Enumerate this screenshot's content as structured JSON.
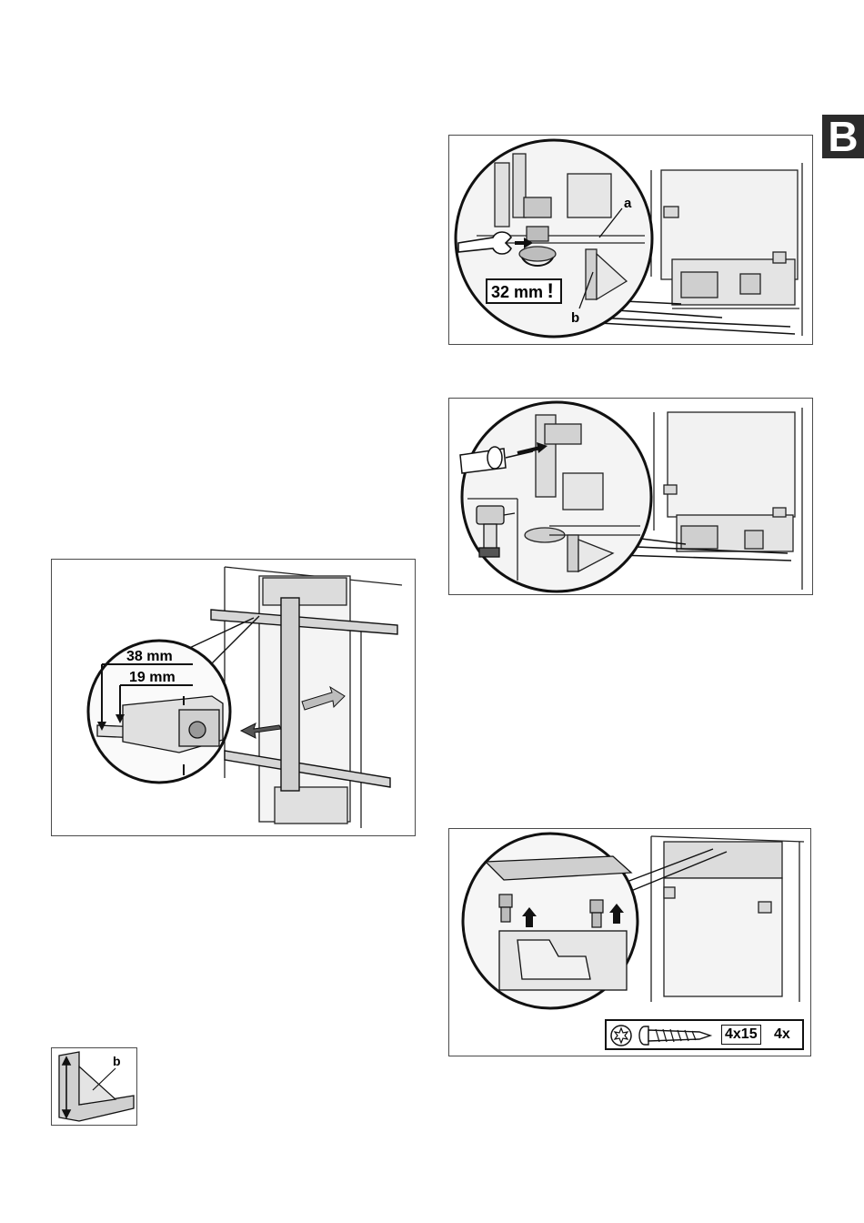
{
  "section_tab": "B",
  "fig1": {
    "label_a": "a",
    "label_b": "b",
    "dimension": "32 mm",
    "warning_mark": "!"
  },
  "fig2": {},
  "fig3": {
    "dim_outer": "38 mm",
    "dim_inner": "19 mm"
  },
  "fig4": {
    "screw_size": "4x15",
    "quantity": "4x"
  },
  "fig5": {
    "label_b": "b"
  },
  "icons": [
    "wrench-icon",
    "screwdriver-icon",
    "cordless-drill-icon",
    "torx-screw-icon",
    "arrow-up-icon",
    "double-arrow-icon"
  ]
}
